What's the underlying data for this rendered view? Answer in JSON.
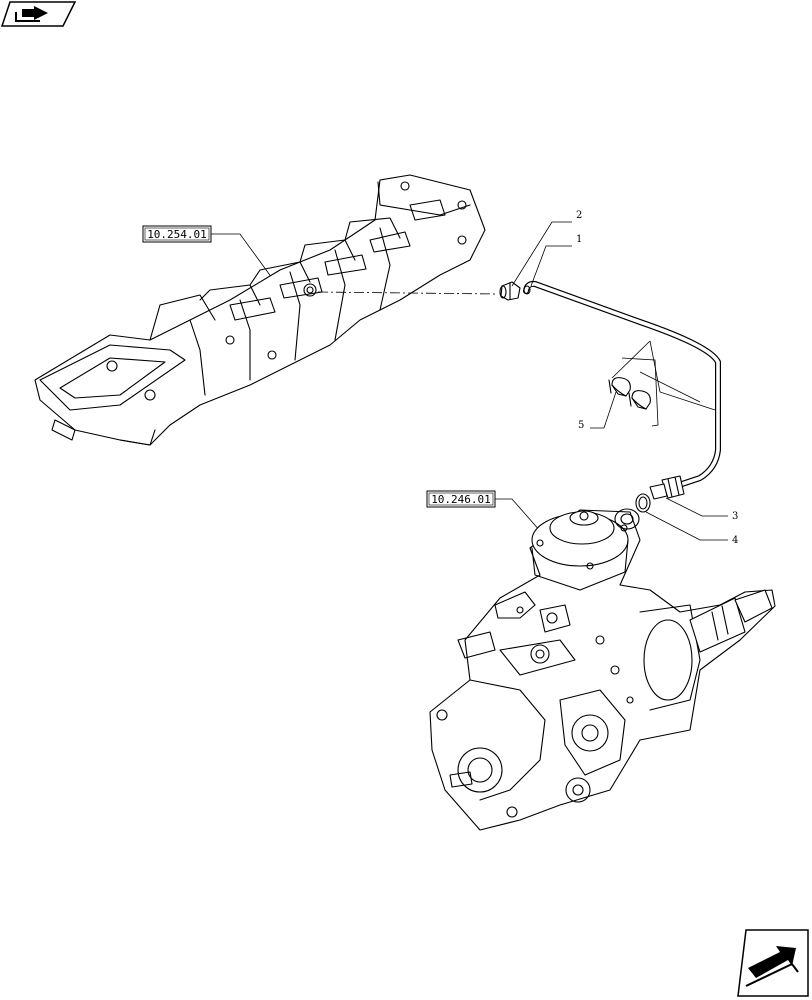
{
  "references": {
    "manifold": "10.254.01",
    "pump": "10.246.01"
  },
  "callouts": [
    "1",
    "2",
    "3",
    "4",
    "5"
  ],
  "icons": {
    "top_left": "previous-page-arrow-icon",
    "bottom_right": "next-page-arrow-icon"
  }
}
